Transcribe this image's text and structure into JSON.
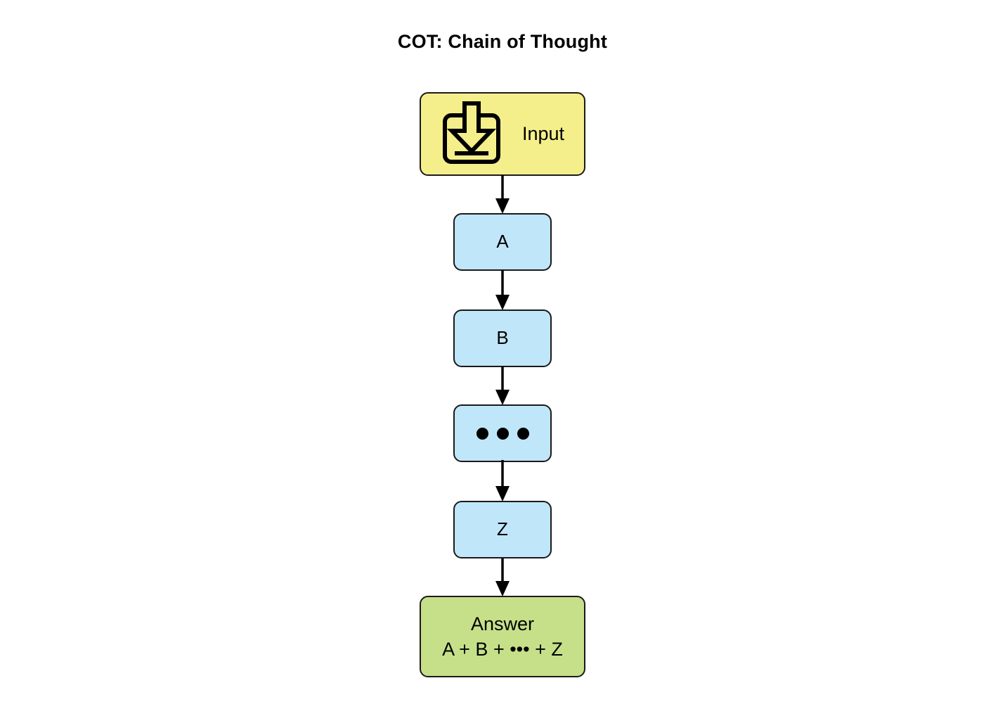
{
  "title": "COT: Chain of Thought",
  "diagram": {
    "type": "flowchart",
    "orientation": "vertical",
    "colors": {
      "input_fill": "#F5EF8B",
      "step_fill": "#C0E6FA",
      "answer_fill": "#C6E08A",
      "stroke": "#1a1a1a",
      "text": "#000000",
      "background": "#ffffff"
    },
    "nodes": [
      {
        "id": "input",
        "label": "Input",
        "icon": "download-input-icon",
        "fill": "#F5EF8B",
        "shape": "rounded-rect"
      },
      {
        "id": "a",
        "label": "A",
        "fill": "#C0E6FA",
        "shape": "rounded-rect"
      },
      {
        "id": "b",
        "label": "B",
        "fill": "#C0E6FA",
        "shape": "rounded-rect"
      },
      {
        "id": "ellipsis",
        "label": "•••",
        "fill": "#C0E6FA",
        "shape": "rounded-rect",
        "dot_count": 3
      },
      {
        "id": "z",
        "label": "Z",
        "fill": "#C0E6FA",
        "shape": "rounded-rect"
      },
      {
        "id": "answer",
        "label_line1": "Answer",
        "label_line2": "A + B + ••• + Z",
        "fill": "#C6E08A",
        "shape": "rounded-rect"
      }
    ],
    "edges": [
      {
        "from": "input",
        "to": "a",
        "style": "solid-arrow"
      },
      {
        "from": "a",
        "to": "b",
        "style": "solid-arrow"
      },
      {
        "from": "b",
        "to": "ellipsis",
        "style": "solid-arrow"
      },
      {
        "from": "ellipsis",
        "to": "z",
        "style": "solid-arrow"
      },
      {
        "from": "z",
        "to": "answer",
        "style": "solid-arrow"
      }
    ]
  }
}
